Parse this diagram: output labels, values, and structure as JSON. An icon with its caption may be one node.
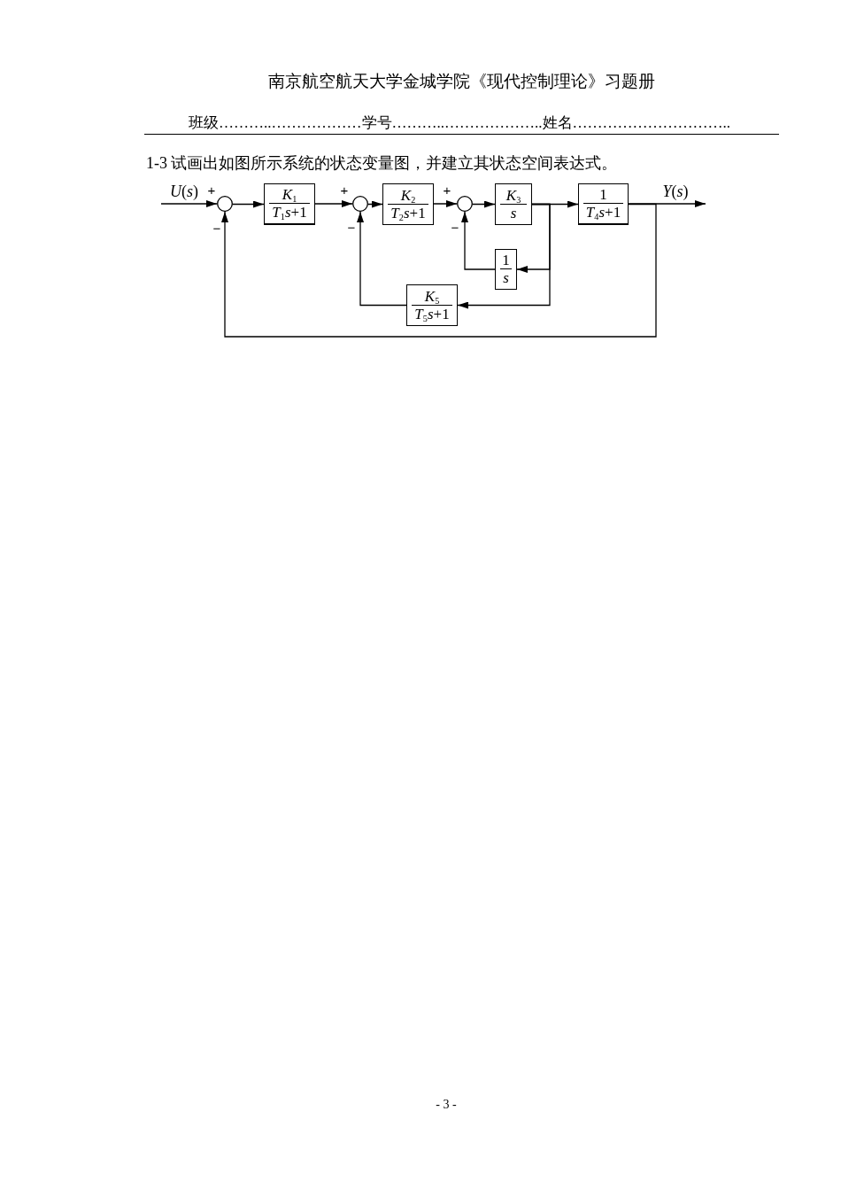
{
  "diagram": {
    "nodes": [
      {
        "text": [],
        "shape": "circle",
        "beside": [
          "+",
          "−"
        ]
      },
      {
        "text": [
          "*K*$_{1}$",
          "*T*$_{1}$*s*+1"
        ]
      },
      {
        "text": [],
        "shape": "circle",
        "beside": [
          "+",
          "−"
        ]
      },
      {
        "text": [
          "*K*$_{2}$",
          "*T*$_{2}$*s*+1"
        ]
      },
      {
        "text": [],
        "shape": "circle",
        "beside": [
          "+",
          "−"
        ]
      },
      {
        "text": [
          "*K*$_{3}$",
          "*s*"
        ]
      },
      {
        "text": [
          "1",
          "*T*$_{4}$*s*+1"
        ]
      },
      {
        "text": [
          "1",
          "*s*"
        ]
      },
      {
        "text": [
          "*K*$_{5}$",
          "*T*$_{5}$*s*+1"
        ]
      }
    ],
    "edges": [
      {
        "from": null,
        "to": 0,
        "arrow": "to",
        "label": "*U*(*s*)"
      },
      {
        "from": 0,
        "to": 1,
        "arrow": "to"
      },
      {
        "from": 1,
        "to": 2,
        "arrow": "to"
      },
      {
        "from": 2,
        "to": 3,
        "arrow": "to"
      },
      {
        "from": 3,
        "to": 4,
        "arrow": "to"
      },
      {
        "from": 4,
        "to": 5,
        "arrow": "to"
      },
      {
        "from": 5,
        "to": 6,
        "arrow": "to"
      },
      {
        "from": 6,
        "to": null,
        "arrow": "to",
        "label": "*Y*(*s*)"
      },
      {
        "from": 6,
        "to": 0,
        "arrow": "to"
      },
      {
        "from": 5,
        "to": 7,
        "arrow": "to"
      },
      {
        "from": 7,
        "to": 4,
        "arrow": "to"
      },
      {
        "from": 5,
        "to": 8,
        "arrow": "to"
      },
      {
        "from": 8,
        "to": 2,
        "arrow": "to"
      }
    ],
    "labels": [
      "南京航空航天大学金城学院《现代控制理论》习题册",
      "班级………..………………",
      "学号………..………………..",
      "姓名…………………………..",
      "1-3 试画出如图所示系统的状态变量图，并建立其状态空间表达式。",
      "- 3 -"
    ]
  }
}
